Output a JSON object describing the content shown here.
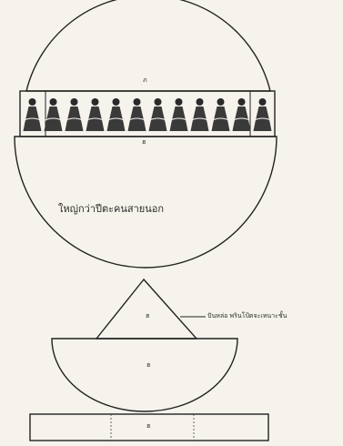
{
  "labels": {
    "top_marker": "ภ",
    "band_marker": "ฮ",
    "large_disc_caption": "ใหญ่กว่าปีตะคนสายนอก",
    "triangle_marker": "ฮ",
    "side_caption": "ปันหล่อ พรินโป้ตจะเหนาะชั้น",
    "bowl_marker": "ฮ",
    "base_marker": "ฮ"
  },
  "band": {
    "figure_count": 12
  }
}
